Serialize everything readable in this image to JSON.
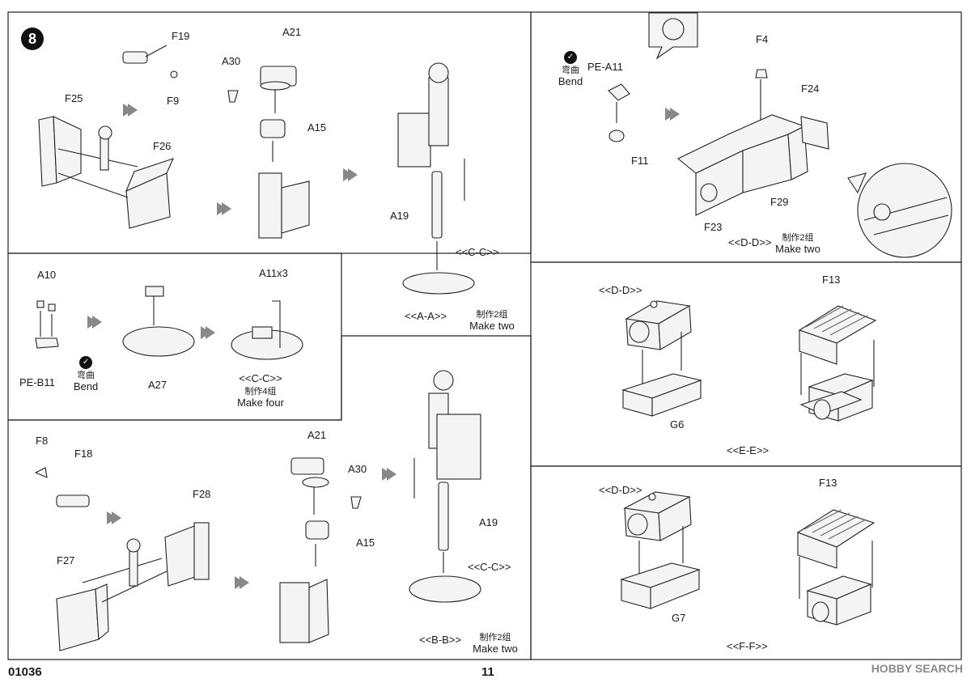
{
  "footer": {
    "code": "01036",
    "page": "11",
    "watermark": "HOBBY SEARCH"
  },
  "step": "8",
  "bend": {
    "cn": "弯曲",
    "en": "Bend"
  },
  "panel_a": {
    "labels": {
      "f19": "F19",
      "f9": "F9",
      "f25": "F25",
      "f26": "F26",
      "a21": "A21",
      "a30": "A30",
      "a15": "A15",
      "a19": "A19"
    },
    "ref": "<<C-C>>",
    "caption": "<<A-A>>",
    "make_cn": "制作2组",
    "make_en": "Make two"
  },
  "panel_c": {
    "labels": {
      "a10": "A10",
      "peb11": "PE-B11",
      "a27": "A27",
      "a11": "A11x3"
    },
    "caption": "<<C-C>>",
    "make_cn": "制作4组",
    "make_en": "Make four"
  },
  "panel_b": {
    "labels": {
      "f8": "F8",
      "f18": "F18",
      "f28": "F28",
      "f27": "F27",
      "a21": "A21",
      "a30": "A30",
      "a15": "A15",
      "a19": "A19"
    },
    "ref": "<<C-C>>",
    "caption": "<<B-B>>",
    "make_cn": "制作2组",
    "make_en": "Make two"
  },
  "panel_d": {
    "labels": {
      "pea11": "PE-A11",
      "f11": "F11",
      "f4": "F4",
      "f24": "F24",
      "f29": "F29",
      "f23": "F23"
    },
    "caption": "<<D-D>>",
    "make_en": "Make two",
    "make_cn": "制作2组"
  },
  "panel_e": {
    "labels": {
      "ref": "<<D-D>>",
      "f13": "F13",
      "g6": "G6"
    },
    "caption": "<<E-E>>"
  },
  "panel_f": {
    "labels": {
      "ref": "<<D-D>>",
      "f13": "F13",
      "g7": "G7"
    },
    "caption": "<<F-F>>"
  }
}
